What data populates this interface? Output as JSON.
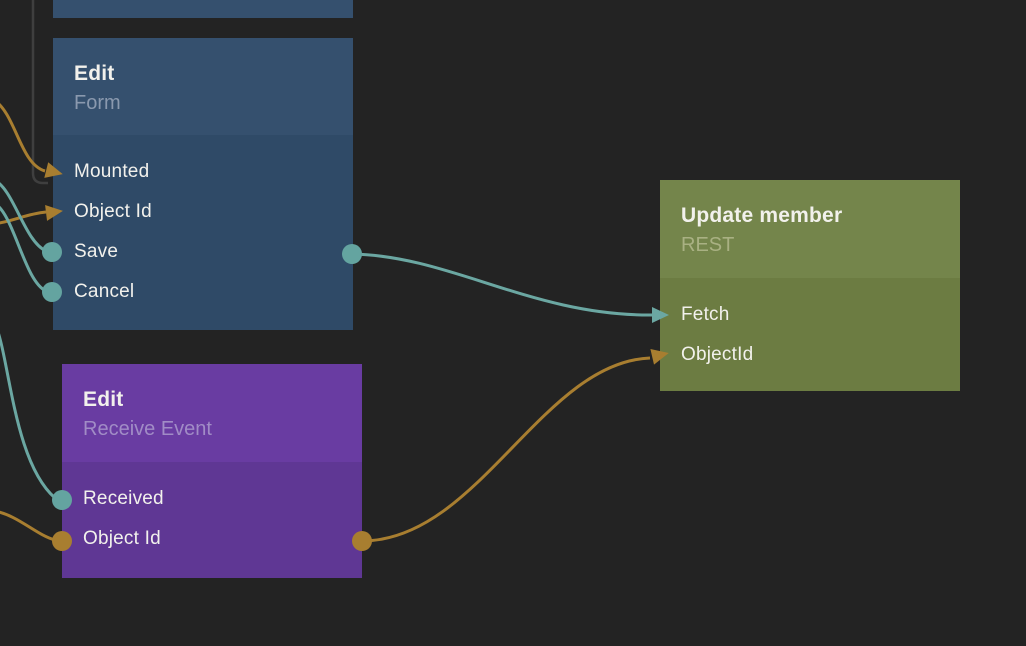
{
  "canvas": {
    "background": "#232323"
  },
  "palette": {
    "signal_wire": "#6BA7A2",
    "data_wire": "#A87E30",
    "inactive_wire": "#3F3F3F",
    "text": "#F2F1EC"
  },
  "nodes": {
    "form": {
      "title": "Edit",
      "subtitle": "Form",
      "colors": {
        "header": "#35506E",
        "body": "#2F4A67",
        "subtitle": "#8A99AE"
      },
      "ports": {
        "mounted": "Mounted",
        "object_id": "Object Id",
        "save": "Save",
        "cancel": "Cancel"
      }
    },
    "receive_event": {
      "title": "Edit",
      "subtitle": "Receive Event",
      "colors": {
        "header": "#693CA2",
        "body": "#5F3794",
        "subtitle": "#A18CC6"
      },
      "ports": {
        "received": "Received",
        "object_id": "Object Id"
      }
    },
    "update_member": {
      "title": "Update member",
      "subtitle": "REST",
      "colors": {
        "header": "#74854B",
        "body": "#6C7C42",
        "subtitle": "#A9B183"
      },
      "ports": {
        "fetch": "Fetch",
        "object_id": "ObjectId"
      }
    }
  },
  "connections": [
    {
      "from": "offscreen-top",
      "to": "form.mounted",
      "type": "inactive"
    },
    {
      "from": "offscreen-left",
      "to": "form.mounted",
      "type": "data"
    },
    {
      "from": "offscreen-left",
      "to": "form.object_id",
      "type": "data"
    },
    {
      "from": "offscreen-left",
      "to": "form.save",
      "type": "signal"
    },
    {
      "from": "offscreen-left",
      "to": "form.cancel",
      "type": "signal"
    },
    {
      "from": "offscreen-left",
      "to": "receive_event.received",
      "type": "signal"
    },
    {
      "from": "offscreen-left",
      "to": "receive_event.object_id",
      "type": "data"
    },
    {
      "from": "form.save",
      "to": "update_member.fetch",
      "type": "signal"
    },
    {
      "from": "receive_event.object_id",
      "to": "update_member.object_id",
      "type": "data"
    }
  ]
}
